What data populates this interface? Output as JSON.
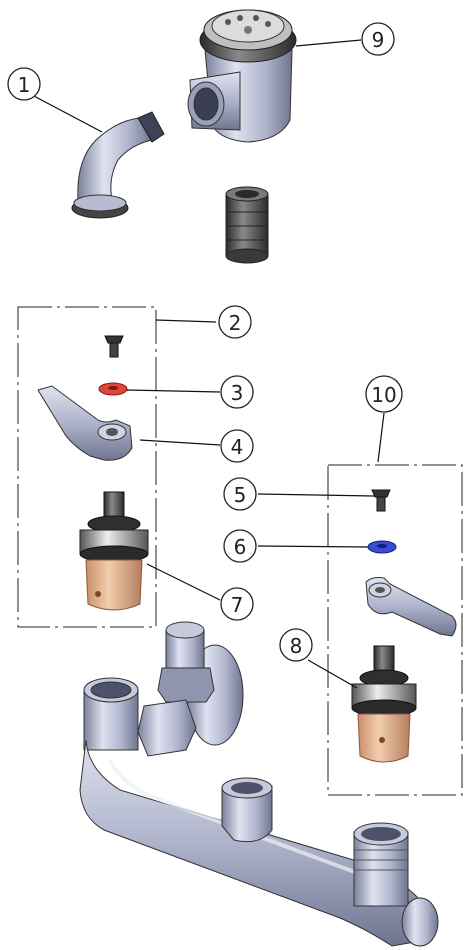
{
  "diagram": {
    "callouts": [
      {
        "id": "1",
        "label": "1"
      },
      {
        "id": "2",
        "label": "2"
      },
      {
        "id": "3",
        "label": "3"
      },
      {
        "id": "4",
        "label": "4"
      },
      {
        "id": "5",
        "label": "5"
      },
      {
        "id": "6",
        "label": "6"
      },
      {
        "id": "7",
        "label": "7"
      },
      {
        "id": "8",
        "label": "8"
      },
      {
        "id": "9",
        "label": "9"
      },
      {
        "id": "10",
        "label": "10"
      }
    ],
    "colors": {
      "metal_light": "#d8dcea",
      "metal_mid": "#a9aec7",
      "metal_dark": "#6f7590",
      "rubber": "#5a5a5a",
      "brass": "#e3b48f",
      "red_washer": "#e0443a",
      "blue_washer": "#3a4bd6",
      "line": "#222222"
    }
  }
}
